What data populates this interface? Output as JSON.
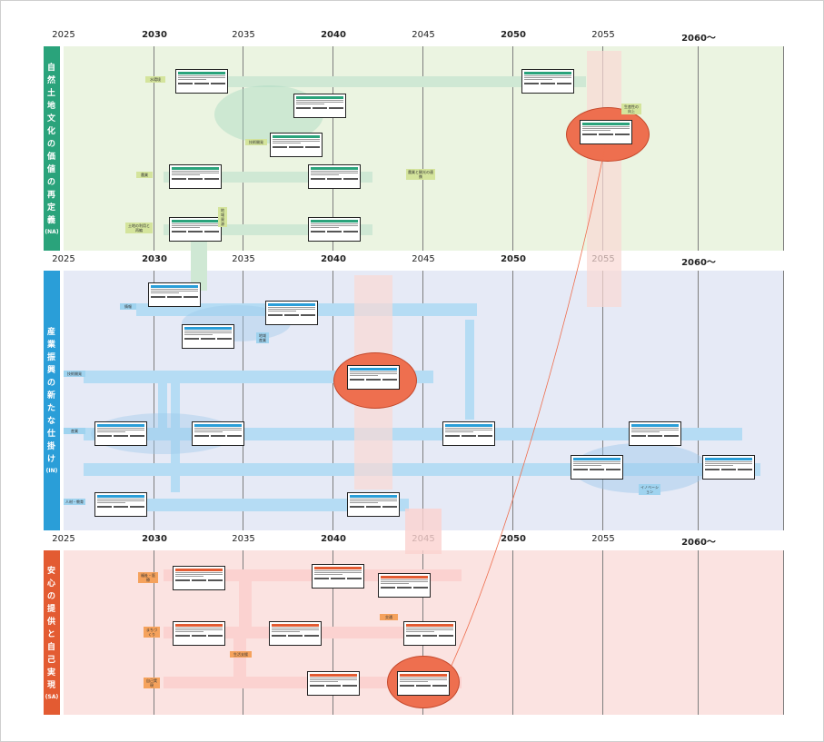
{
  "timeline": {
    "years": [
      {
        "label": "2025",
        "bold": false
      },
      {
        "label": "2030",
        "bold": true
      },
      {
        "label": "2035",
        "bold": false
      },
      {
        "label": "2040",
        "bold": true
      },
      {
        "label": "2045",
        "bold": false
      },
      {
        "label": "2050",
        "bold": true
      },
      {
        "label": "2055",
        "bold": false
      },
      {
        "label": "2060〜",
        "bold": true
      }
    ]
  },
  "sections": {
    "na": {
      "title": "自然・土地・文化の価値の再定義",
      "code": "(NA)",
      "color": "#2aa37b"
    },
    "in": {
      "title": "産業振興の新たな仕掛け",
      "code": "(IN)",
      "color": "#2a9ed8"
    },
    "sa": {
      "title": "安心の提供と自己実現",
      "code": "(SA)",
      "color": "#e35b32"
    }
  },
  "tags": {
    "na1": "水環境",
    "na2": "農業",
    "na3": "土地の利用と再編",
    "na4": "技術開発",
    "na5": "農業と観光の連携",
    "na6": "生産性の向上",
    "na7": "地域資源",
    "in1": "情報",
    "in2": "技術開発",
    "in3": "産業",
    "in4": "人材・教育",
    "in5": "地域産業",
    "in6": "イノベーション",
    "sa1": "福祉・医療",
    "sa2": "まちづくり",
    "sa3": "生活支援",
    "sa4": "交通",
    "sa5": "自己実現"
  },
  "colors": {
    "na_arrow": "#cfe8d4",
    "in_arrow": "#b5dcf4",
    "sa_arrow": "#fbd2d0",
    "highlight": "#ee6f4f",
    "na_card": "#2aa37b",
    "in_card": "#2a9ed8",
    "sa_card": "#e35b32"
  }
}
